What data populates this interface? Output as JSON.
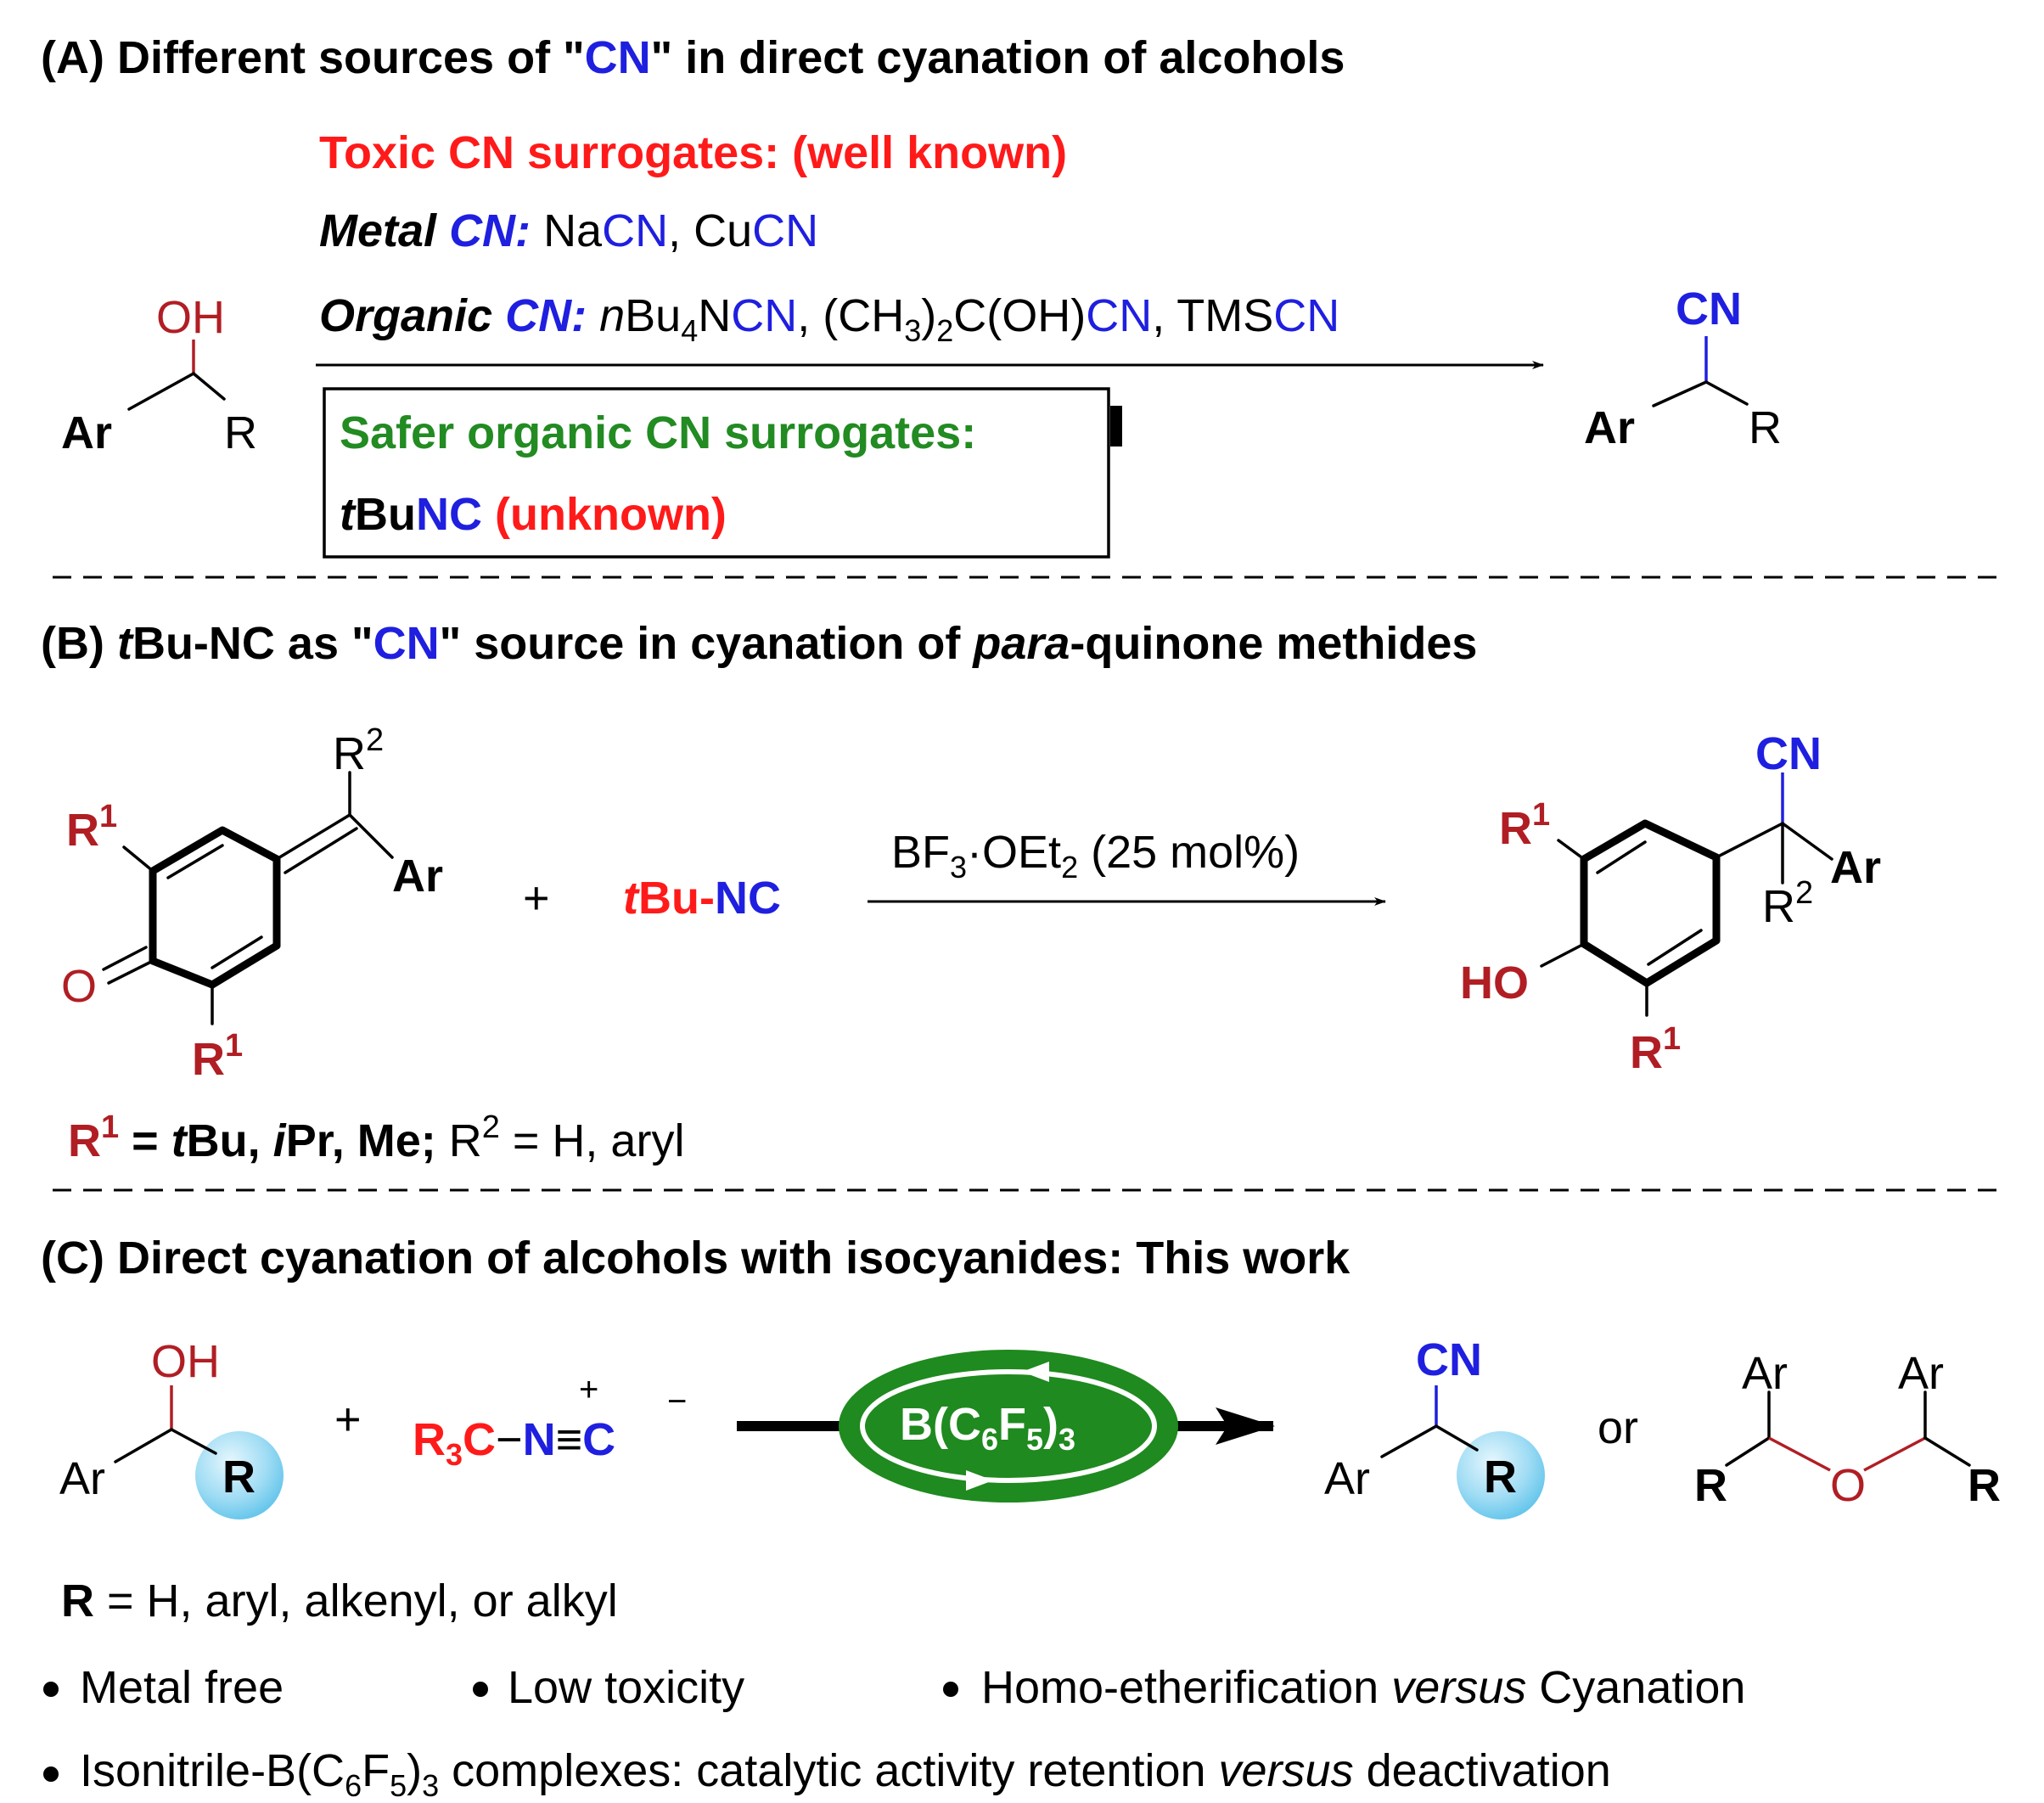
{
  "colors": {
    "blue": "#1f1fe0",
    "red": "#ff1a1a",
    "darkred": "#b01e24",
    "green": "#228b22",
    "catalyst_green": "#1f8a1f",
    "bead": "#8fd7f2"
  },
  "sectionA": {
    "heading_pre": "(A) Different sources of \"",
    "heading_cn": "CN",
    "heading_post": "\" in direct cyanation of alcohols",
    "toxic_line": "Toxic CN surrogates: (well known)",
    "metal_label": "Metal",
    "metal_cn": "CN:",
    "metal_examples": {
      "na": "Na",
      "cn1": "CN",
      "sep": ", Cu",
      "cn2": "CN"
    },
    "organic_label": "Organic",
    "organic_cn": "CN:",
    "organic_examples": {
      "n": "n",
      "bu": "Bu",
      "sub4": "4",
      "n2": "N",
      "cn1": "CN",
      "acetone_pre": ", (CH",
      "sub3": "3",
      "close": ")",
      "sub2": "2",
      "c_oh": "C(OH)",
      "cn2": "CN",
      "tms": ", TMS",
      "cn3": "CN"
    },
    "safer_line": "Safer organic CN surrogates:",
    "tbu_t": "t",
    "tbu_bu": "Bu",
    "tbu_nc": "NC",
    "unknown": "(unknown)",
    "reactant": {
      "oh": "OH",
      "ar": "Ar",
      "r": "R"
    },
    "product": {
      "cn": "CN",
      "ar": "Ar",
      "r": "R"
    }
  },
  "sectionB": {
    "heading_pre": "(B) ",
    "heading_t": "t",
    "heading_mid": "Bu-NC as \"",
    "heading_cn": "CN",
    "heading_mid2": "\" source in cyanation of ",
    "heading_para": "para",
    "heading_post": "-quinone methides",
    "reactant": {
      "r2": "R",
      "r2_sup": "2",
      "r1": "R",
      "r1_sup": "1",
      "ar": "Ar",
      "o": "O",
      "r1b": "R",
      "r1b_sup": "1"
    },
    "plus": "+",
    "reagent_t": "t",
    "reagent_bu": "Bu-",
    "reagent_nc": "NC",
    "conditions": {
      "bf": "BF",
      "sub3": "3",
      "dot": "·",
      "oet": "OEt",
      "sub2": "2",
      "rest": " (25 mol%)"
    },
    "product": {
      "cn": "CN",
      "r1": "R",
      "r1_sup": "1",
      "ar": "Ar",
      "r2": "R",
      "r2_sup": "2",
      "ho": "HO",
      "r1b": "R",
      "r1b_sup": "1"
    },
    "footnote": {
      "r": "R",
      "sup1": "1",
      "eq": " = ",
      "t": "t",
      "bu": "Bu, ",
      "i": "i",
      "pr": "Pr, Me;",
      "r2": " R",
      "sup2": "2",
      "rest": " = H, aryl"
    }
  },
  "sectionC": {
    "heading": "(C) Direct cyanation of alcohols with isocyanides: This work",
    "reactant": {
      "oh": "OH",
      "ar": "Ar",
      "r": "R"
    },
    "plus": "+",
    "isocyanide": {
      "r": "R",
      "sub3": "3",
      "c": "C",
      "bond": "−",
      "n": "N",
      "triple": "≡",
      "c2": "C",
      "plus_charge": "+",
      "minus_charge": "−"
    },
    "catalyst": {
      "b": "B(C",
      "sub6": "6",
      "f": "F",
      "sub5": "5",
      "close": ")",
      "sub3": "3"
    },
    "product": {
      "cn": "CN",
      "ar": "Ar",
      "r": "R"
    },
    "or": "or",
    "ether": {
      "ar1": "Ar",
      "ar2": "Ar",
      "r1": "R",
      "o": "O",
      "r2": "R"
    },
    "r_definition": {
      "r": "R",
      "rest": " = H, aryl, alkenyl, or alkyl"
    },
    "bullets": {
      "b1": "Metal free",
      "b2": "Low toxicity",
      "b3_pre": "Homo-etherification ",
      "b3_it": "versus",
      "b3_post": " Cyanation",
      "b4_pre": "Isonitrile-B(C",
      "b4_sub6": "6",
      "b4_f": "F",
      "b4_sub5": "5",
      "b4_close": ")",
      "b4_sub3": "3",
      "b4_mid": " complexes: catalytic activity retention ",
      "b4_it": "versus",
      "b4_post": " deactivation"
    }
  }
}
